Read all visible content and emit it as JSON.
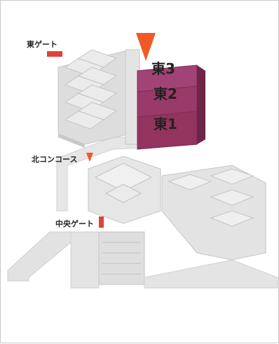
{
  "map": {
    "labels": {
      "east_gate": "東ゲート",
      "east3": "東3",
      "east2": "東2",
      "east1": "東1",
      "north_concourse": "北コンコース",
      "central_gate": "中央ゲート"
    },
    "colors": {
      "highlight_hall": "#9a3a68",
      "marker_orange": "#f15a24",
      "gate_red": "#e0413a",
      "building_light": "#e9e9e9",
      "building_mid": "#dcdcdc",
      "building_dark": "#c9c9c9"
    },
    "icons": {
      "location_marker": "orange-triangle",
      "gate_marker": "red-bar"
    }
  }
}
